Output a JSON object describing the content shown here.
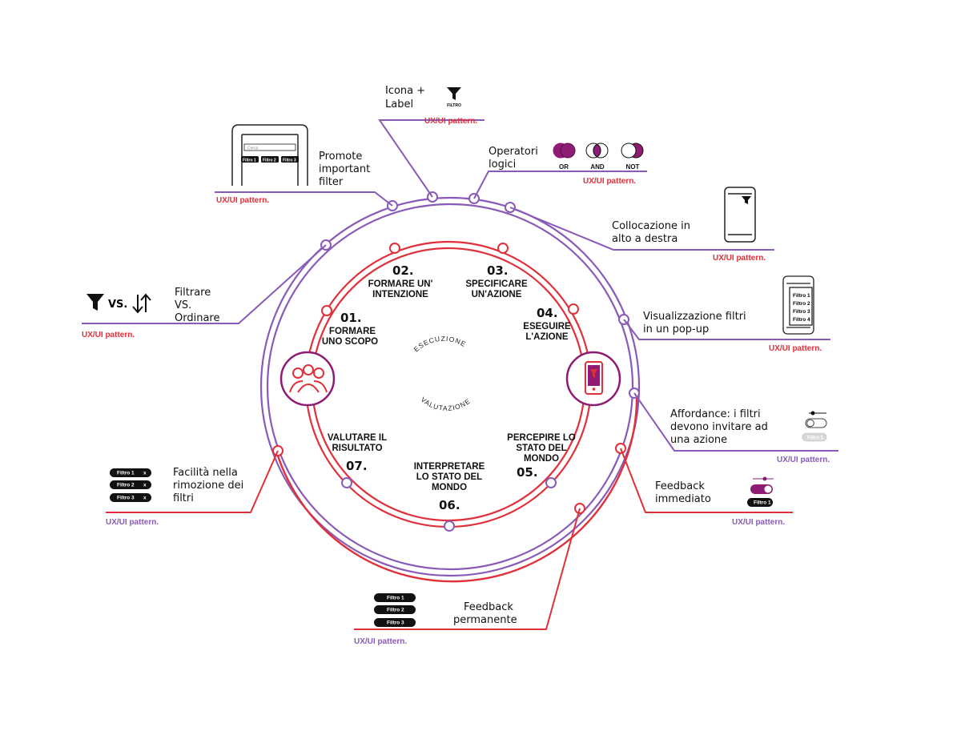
{
  "colors": {
    "red": "#e0303a",
    "purple": "#8a5ab8",
    "magenta": "#8e1b74",
    "text": "#111111"
  },
  "center": {
    "top_label": "ESECUZIONE",
    "bottom_label": "VALUTAZIONE",
    "left_icon": "group-of-people-icon",
    "right_icon": "phone-with-filter-icon"
  },
  "stages": [
    {
      "num": "01.",
      "line1": "FORMARE",
      "line2": "UNO SCOPO"
    },
    {
      "num": "02.",
      "line1": "FORMARE UN'",
      "line2": "INTENZIONE"
    },
    {
      "num": "03.",
      "line1": "SPECIFICARE",
      "line2": "UN'AZIONE"
    },
    {
      "num": "04.",
      "line1": "ESEGUIRE",
      "line2": "L'AZIONE"
    },
    {
      "num": "05.",
      "line1": "PERCEPIRE LO",
      "line2": "STATO DEL",
      "line3": "MONDO"
    },
    {
      "num": "06.",
      "line1": "INTERPRETARE",
      "line2": "LO STATO DEL",
      "line3": "MONDO"
    },
    {
      "num": "07.",
      "line1": "VALUTARE IL",
      "line2": "RISULTATO"
    }
  ],
  "callouts": {
    "icona_label": {
      "line1": "Icona +",
      "line2": "Label",
      "icon_caption": "FILTRO",
      "pattern": "UX/UI pattern."
    },
    "promote": {
      "line1": "Promote",
      "line2": "important",
      "line3": "filter",
      "pattern": "UX/UI pattern.",
      "search_placeholder": "Cerca",
      "chips": [
        "Filtro 1",
        "Filtro 2",
        "Filtro 3"
      ]
    },
    "operatori": {
      "line1": "Operatori",
      "line2": "logici",
      "ops": [
        "OR",
        "AND",
        "NOT"
      ],
      "pattern": "UX/UI pattern."
    },
    "collocazione": {
      "line1": "Collocazione in",
      "line2": "alto a destra",
      "pattern": "UX/UI pattern."
    },
    "filtrare": {
      "vs": "VS.",
      "line1": "Filtrare",
      "line2": "VS.",
      "line3": "Ordinare",
      "pattern": "UX/UI pattern."
    },
    "popup": {
      "line1": "Visualizzazione filtri",
      "line2": "in un pop-up",
      "items": [
        "Filtro 1",
        "Filtro 2",
        "Filtro 3",
        "Filtro 4"
      ],
      "pattern": "UX/UI pattern."
    },
    "affordance": {
      "line1": "Affordance: i filtri",
      "line2": "devono invitare ad",
      "line3": "una azione",
      "chip": "Filtro 1",
      "pattern": "UX/UI pattern."
    },
    "facilita": {
      "line1": "Facilità nella",
      "line2": "rimozione dei",
      "line3": "filtri",
      "chips": [
        "Filtro 1",
        "Filtro 2",
        "Filtro 3"
      ],
      "close_glyph": "x",
      "pattern": "UX/UI pattern."
    },
    "feedback_immediato": {
      "line1": "Feedback",
      "line2": "immediato",
      "chip": "Filtro 1",
      "pattern": "UX/UI pattern."
    },
    "feedback_permanente": {
      "line1": "Feedback",
      "line2": "permanente",
      "chips": [
        "Filtro 1",
        "Filtro 2",
        "Filtro 3"
      ],
      "pattern": "UX/UI pattern."
    }
  }
}
